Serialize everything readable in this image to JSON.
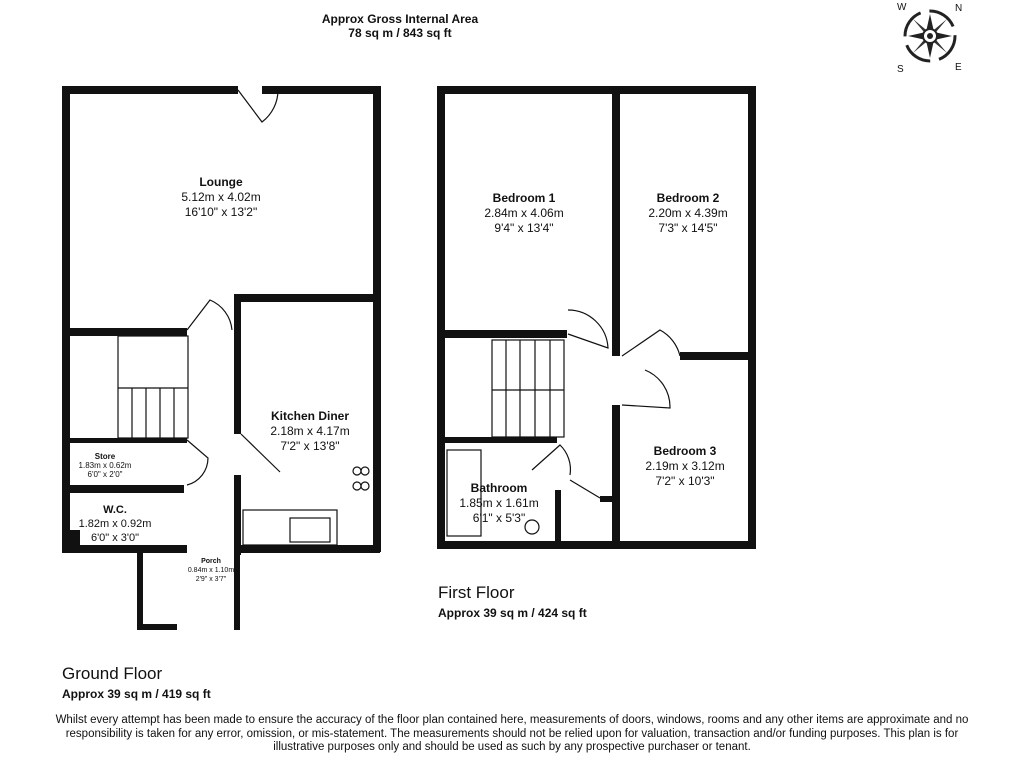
{
  "header": {
    "title": "Approx Gross Internal Area",
    "area": "78 sq m / 843 sq ft"
  },
  "compass": {
    "icon": "compass-rose-icon",
    "labels": [
      "N",
      "E",
      "S",
      "W"
    ]
  },
  "ground_floor": {
    "name": "Ground Floor",
    "area": "Approx 39 sq m / 419 sq ft",
    "rooms": [
      {
        "name": "Lounge",
        "metric": "5.12m x 4.02m",
        "imperial": "16'10\" x 13'2\""
      },
      {
        "name": "Kitchen Diner",
        "metric": "2.18m x 4.17m",
        "imperial": "7'2\" x 13'8\""
      },
      {
        "name": "Store",
        "metric": "1.83m x 0.62m",
        "imperial": "6'0\" x 2'0\""
      },
      {
        "name": "W.C.",
        "metric": "1.82m x 0.92m",
        "imperial": "6'0\" x 3'0\""
      },
      {
        "name": "Porch",
        "metric": "0.84m x 1.10m",
        "imperial": "2'9\" x 3'7\""
      }
    ]
  },
  "first_floor": {
    "name": "First Floor",
    "area": "Approx 39 sq m / 424 sq ft",
    "rooms": [
      {
        "name": "Bedroom 1",
        "metric": "2.84m x 4.06m",
        "imperial": "9'4\" x 13'4\""
      },
      {
        "name": "Bedroom 2",
        "metric": "2.20m x 4.39m",
        "imperial": "7'3\" x 14'5\""
      },
      {
        "name": "Bedroom 3",
        "metric": "2.19m x 3.12m",
        "imperial": "7'2\" x 10'3\""
      },
      {
        "name": "Bathroom",
        "metric": "1.85m x 1.61m",
        "imperial": "6'1\" x 5'3\""
      }
    ]
  },
  "disclaimer": "Whilst every attempt has been made to ensure the accuracy of the floor plan contained here, measurements of doors, windows, rooms and any other items are approximate and no responsibility is taken for any error, omission, or mis-statement. The measurements should not be relied upon for valuation, transaction and/or funding purposes. This plan is for illustrative purposes only and should be used as such by any prospective purchaser or tenant."
}
